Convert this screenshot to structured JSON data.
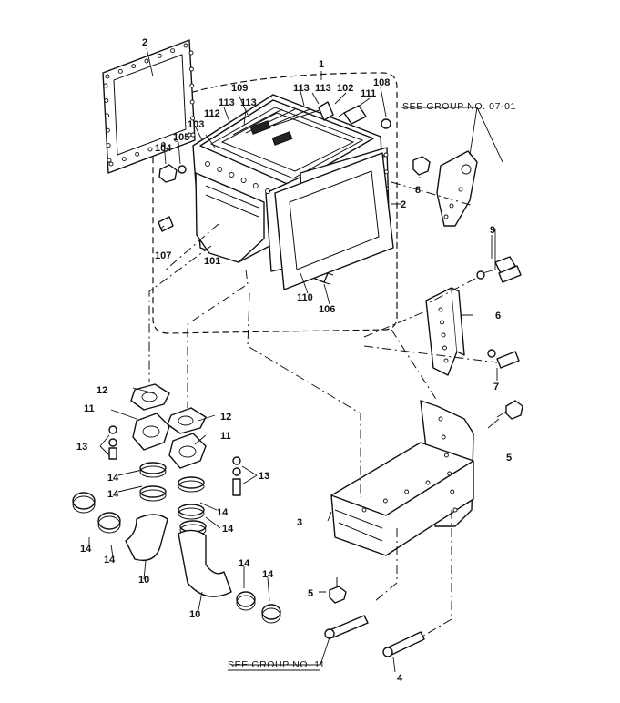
{
  "references": {
    "group_07_01": "SEE GROUP NO. 07-01",
    "group_11": "SEE GROUP NO. 11"
  },
  "callouts": [
    {
      "id": "c1",
      "text": "1"
    },
    {
      "id": "c2a",
      "text": "2"
    },
    {
      "id": "c2b",
      "text": "2"
    },
    {
      "id": "c3",
      "text": "3"
    },
    {
      "id": "c4",
      "text": "4"
    },
    {
      "id": "c5a",
      "text": "5"
    },
    {
      "id": "c5b",
      "text": "5"
    },
    {
      "id": "c6",
      "text": "6"
    },
    {
      "id": "c7",
      "text": "7"
    },
    {
      "id": "c8",
      "text": "8"
    },
    {
      "id": "c9",
      "text": "9"
    },
    {
      "id": "c10a",
      "text": "10"
    },
    {
      "id": "c10b",
      "text": "10"
    },
    {
      "id": "c11a",
      "text": "11"
    },
    {
      "id": "c11b",
      "text": "11"
    },
    {
      "id": "c12a",
      "text": "12"
    },
    {
      "id": "c12b",
      "text": "12"
    },
    {
      "id": "c13a",
      "text": "13"
    },
    {
      "id": "c13b",
      "text": "13"
    },
    {
      "id": "c14a",
      "text": "14"
    },
    {
      "id": "c14b",
      "text": "14"
    },
    {
      "id": "c14c",
      "text": "14"
    },
    {
      "id": "c14d",
      "text": "14"
    },
    {
      "id": "c14e",
      "text": "14"
    },
    {
      "id": "c14f",
      "text": "14"
    },
    {
      "id": "c14g",
      "text": "14"
    },
    {
      "id": "c14h",
      "text": "14"
    },
    {
      "id": "c101",
      "text": "101"
    },
    {
      "id": "c102",
      "text": "102"
    },
    {
      "id": "c103",
      "text": "103"
    },
    {
      "id": "c104",
      "text": "104"
    },
    {
      "id": "c105",
      "text": "105"
    },
    {
      "id": "c106",
      "text": "106"
    },
    {
      "id": "c107",
      "text": "107"
    },
    {
      "id": "c108",
      "text": "108"
    },
    {
      "id": "c109",
      "text": "109"
    },
    {
      "id": "c110",
      "text": "110"
    },
    {
      "id": "c111",
      "text": "111"
    },
    {
      "id": "c112",
      "text": "112"
    },
    {
      "id": "c113a",
      "text": "113"
    },
    {
      "id": "c113b",
      "text": "113"
    },
    {
      "id": "c113c",
      "text": "113"
    },
    {
      "id": "c113d",
      "text": "113"
    }
  ]
}
